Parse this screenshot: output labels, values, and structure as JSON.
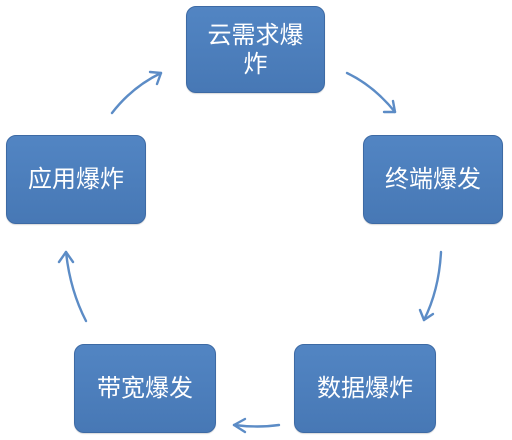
{
  "diagram": {
    "nodes": [
      {
        "label": "云需求爆炸"
      },
      {
        "label": "终端爆发"
      },
      {
        "label": "数据爆炸"
      },
      {
        "label": "带宽爆发"
      },
      {
        "label": "应用爆炸"
      }
    ]
  },
  "colors": {
    "node_fill": "#4f81bd",
    "node_border": "#3d6aa4",
    "arrow": "#5c8cc6",
    "text": "#ffffff"
  }
}
